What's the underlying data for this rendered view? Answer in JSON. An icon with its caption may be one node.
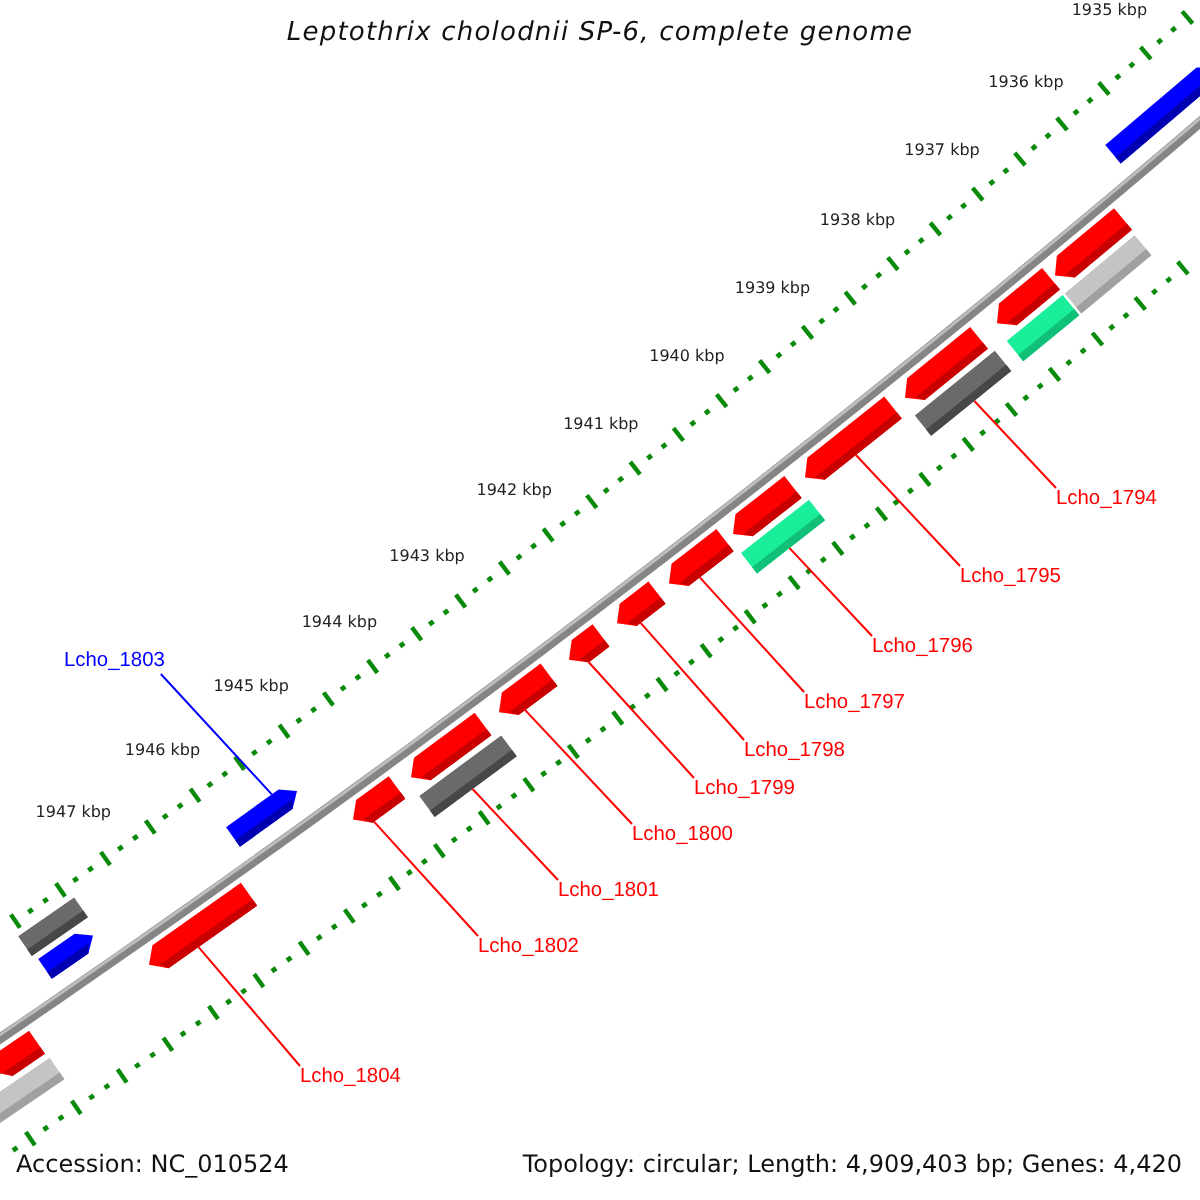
{
  "diagram": {
    "title": "Leptothrix cholodnii SP-6, complete genome",
    "nodes": [
      {
        "text": [
          "Lcho_1794"
        ]
      },
      {
        "text": [
          "Lcho_1795"
        ]
      },
      {
        "text": [
          "Lcho_1796"
        ]
      },
      {
        "text": [
          "Lcho_1803"
        ]
      },
      {
        "text": [
          "Lcho_1797"
        ]
      },
      {
        "text": [
          "Lcho_1798"
        ]
      },
      {
        "text": [
          "Lcho_1799"
        ]
      },
      {
        "text": [
          "Lcho_1800"
        ]
      },
      {
        "text": [
          "Lcho_1801"
        ]
      },
      {
        "text": [
          "Lcho_1802"
        ]
      },
      {
        "text": [
          "Lcho_1804"
        ]
      },
      {
        "text": [],
        "shape": "pentagon"
      },
      {
        "text": [],
        "shape": "bar"
      },
      {
        "text": [],
        "shape": "pentagon"
      },
      {
        "text": [],
        "shape": "bar"
      },
      {
        "text": [],
        "shape": "pentagon"
      },
      {
        "text": [],
        "shape": "bar"
      },
      {
        "text": [],
        "shape": "pentagon"
      },
      {
        "text": [],
        "shape": "pentagon"
      },
      {
        "text": [],
        "shape": "bar"
      },
      {
        "text": [],
        "shape": "pentagon"
      },
      {
        "text": [],
        "shape": "pentagon"
      },
      {
        "text": [],
        "shape": "pentagon"
      },
      {
        "text": [],
        "shape": "pentagon"
      },
      {
        "text": [],
        "shape": "pentagon"
      },
      {
        "text": [],
        "shape": "bar"
      },
      {
        "text": [],
        "shape": "pentagon"
      },
      {
        "text": [],
        "shape": "pentagon"
      },
      {
        "text": [],
        "shape": "pentagon"
      },
      {
        "text": [],
        "shape": "pentagon"
      },
      {
        "text": [],
        "shape": "pentagon"
      },
      {
        "text": [],
        "shape": "bar"
      },
      {
        "text": [],
        "shape": "bar"
      },
      {
        "text": [],
        "shape": "pentagon"
      }
    ],
    "edges": [
      {
        "from": 0,
        "to": 16,
        "arrow": "none"
      },
      {
        "from": 1,
        "to": 18,
        "arrow": "none"
      },
      {
        "from": 2,
        "to": 19,
        "arrow": "none"
      },
      {
        "from": 3,
        "to": 28,
        "arrow": "none",
        "color": "#0000ff"
      },
      {
        "from": 4,
        "to": 21,
        "arrow": "none"
      },
      {
        "from": 5,
        "to": 22,
        "arrow": "none"
      },
      {
        "from": 6,
        "to": 23,
        "arrow": "none"
      },
      {
        "from": 7,
        "to": 24,
        "arrow": "none"
      },
      {
        "from": 8,
        "to": 25,
        "arrow": "none"
      },
      {
        "from": 9,
        "to": 27,
        "arrow": "none"
      },
      {
        "from": 10,
        "to": 29,
        "arrow": "none"
      }
    ],
    "labels": [
      "1935 kbp",
      "1936 kbp",
      "1937 kbp",
      "1938 kbp",
      "1939 kbp",
      "1940 kbp",
      "1941 kbp",
      "1942 kbp",
      "1943 kbp",
      "1944 kbp",
      "1945 kbp",
      "1946 kbp",
      "1947 kbp",
      "Accession: NC_010524",
      "Topology: circular; Length: 4,909,403 bp; Genes: 4,420"
    ]
  }
}
